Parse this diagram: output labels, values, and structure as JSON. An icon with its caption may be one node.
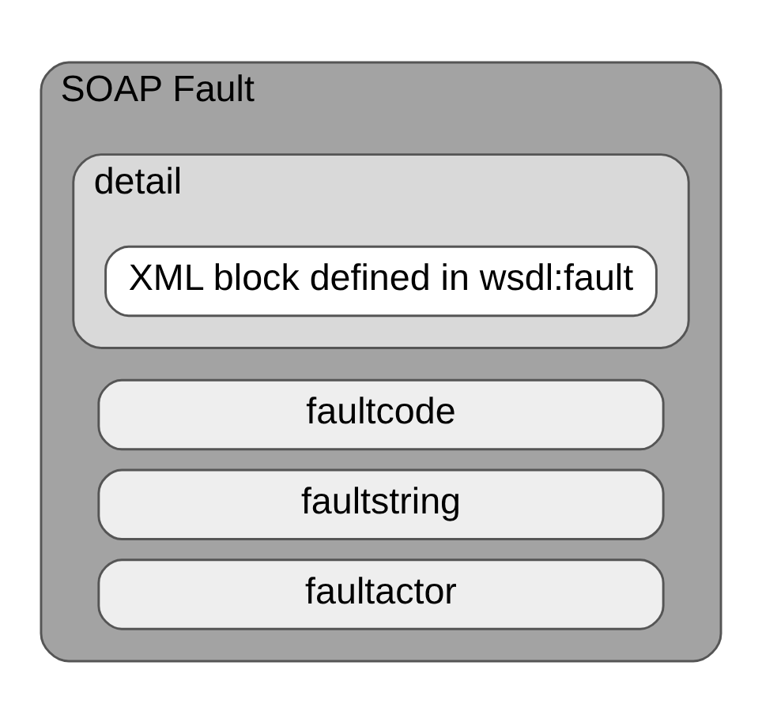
{
  "diagram": {
    "nodes": [
      {
        "text": [
          "SOAP Fault"
        ]
      },
      {
        "text": [
          "faultcode"
        ],
        "in": 0
      },
      {
        "text": [
          "faultstring"
        ],
        "in": 0
      },
      {
        "text": [
          "faultactor"
        ],
        "in": 0
      },
      {
        "text": [
          "detail"
        ],
        "in": 0
      },
      {
        "text": [
          "XML block defined in wsdl:fault"
        ],
        "in": 4
      }
    ]
  }
}
